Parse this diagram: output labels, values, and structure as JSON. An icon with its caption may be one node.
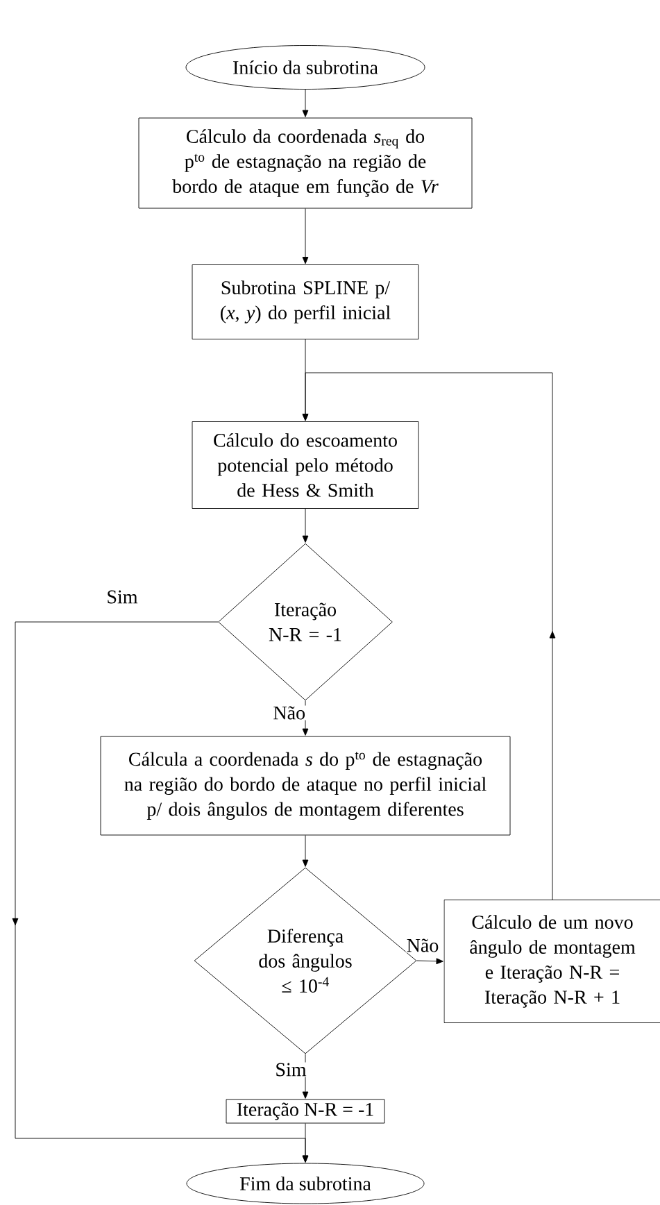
{
  "diagram": {
    "nodes": [
      {
        "text": [
          "Início da subrotina"
        ]
      },
      {
        "text": [
          "Cálculo da coordenada *s*$_{req}$ do p$^{to}$ de estagnação na região de bordo de ataque em função de *Vr*"
        ]
      },
      {
        "text": [
          "Subrotina SPLINE p/ (*x*, *y*) do perfil inicial"
        ]
      },
      {
        "text": [
          "Cálculo do escoamento potencial pelo método de Hess & Smith"
        ]
      },
      {
        "text": [
          "Iteração N-R = -1"
        ]
      },
      {
        "text": [
          "Cálcula a coordenada *s* do p$^{to}$ de estagnação na região do bordo de ataque no perfil inicial p/ dois ângulos de montagem diferentes"
        ]
      },
      {
        "text": [
          "Diferença dos ângulos ≤ 10$^{-4}$"
        ]
      },
      {
        "text": [
          "Cálculo de um novo ângulo de montagem e Iteração N-R = Iteração N-R + 1"
        ]
      },
      {
        "text": [
          "Iteração N-R = -1"
        ]
      },
      {
        "text": [
          "Fim da subrotina"
        ]
      }
    ],
    "edges": [
      {
        "from": 0,
        "to": 1,
        "arrow": "to"
      },
      {
        "from": 1,
        "to": 2,
        "arrow": "to"
      },
      {
        "from": 2,
        "to": 3,
        "arrow": "to"
      },
      {
        "from": 3,
        "to": 4,
        "arrow": "to"
      },
      {
        "from": 4,
        "to": 5,
        "arrow": "to",
        "label": "Não"
      },
      {
        "from": 4,
        "to": 9,
        "arrow": "to",
        "label": "Sim"
      },
      {
        "from": 5,
        "to": 6,
        "arrow": "to"
      },
      {
        "from": 6,
        "to": 7,
        "arrow": "to",
        "label": "Não"
      },
      {
        "from": 6,
        "to": 8,
        "arrow": "to",
        "label": "Sim"
      },
      {
        "from": 8,
        "to": 9,
        "arrow": "to"
      },
      {
        "from": 7,
        "to": 3,
        "arrow": "to"
      }
    ]
  }
}
